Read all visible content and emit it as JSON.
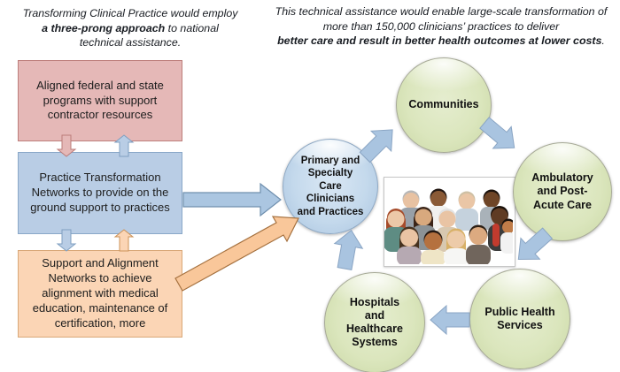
{
  "captions": {
    "left": {
      "pre": "Transforming Clinical Practice would employ\n",
      "bold": "a three-prong approach",
      "post": " to national\ntechnical assistance."
    },
    "right": {
      "pre": "This technical assistance would enable large-scale transformation of\nmore than 150,000 clinicians’ practices to deliver\n",
      "bold": "better care and result in better health outcomes at lower costs",
      "post": "."
    }
  },
  "prongs": [
    {
      "label": "Aligned federal and state\nprograms with support\ncontractor resources",
      "color": "#e5b8b7"
    },
    {
      "label": "Practice Transformation\nNetworks to provide on the\nground support to practices",
      "color": "#b9cde5"
    },
    {
      "label": "Support and Alignment\nNetworks to achieve\nalignment with medical\neducation, maintenance of\ncertification, more",
      "color": "#fbd5b5"
    }
  ],
  "cycle": {
    "hub": {
      "label": "Primary and\nSpecialty\nCare\nClinicians\nand Practices",
      "color": "#c4d9ec"
    },
    "nodes": [
      {
        "label": "Communities"
      },
      {
        "label": "Ambulatory\nand Post-\nAcute Care"
      },
      {
        "label": "Public Health\nServices"
      },
      {
        "label": "Hospitals\nand\nHealthcare\nSystems"
      }
    ],
    "node_color": "#dbe6bd",
    "cycle_arrow_color": "#a9c4e0",
    "feed_arrow_color": "#f9c79a"
  },
  "center_image": "diverse-group-photo"
}
